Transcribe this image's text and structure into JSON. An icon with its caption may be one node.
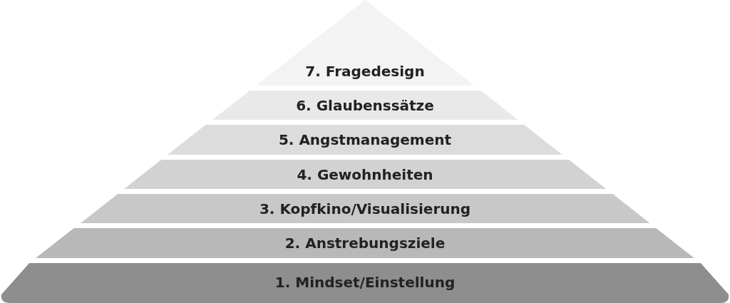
{
  "diagram": {
    "nodes": [
      {
        "text": [
          "7. Fragedesign"
        ]
      },
      {
        "text": [
          "6. Glaubenssätze"
        ]
      },
      {
        "text": [
          "5. Angstmanagement"
        ]
      },
      {
        "text": [
          "4. Gewohnheiten"
        ]
      },
      {
        "text": [
          "3. Kopfkino/Visualisierung"
        ]
      },
      {
        "text": [
          "2. Anstrebungsziele"
        ]
      },
      {
        "text": [
          "1. Mindset/Einstellung"
        ]
      }
    ]
  }
}
